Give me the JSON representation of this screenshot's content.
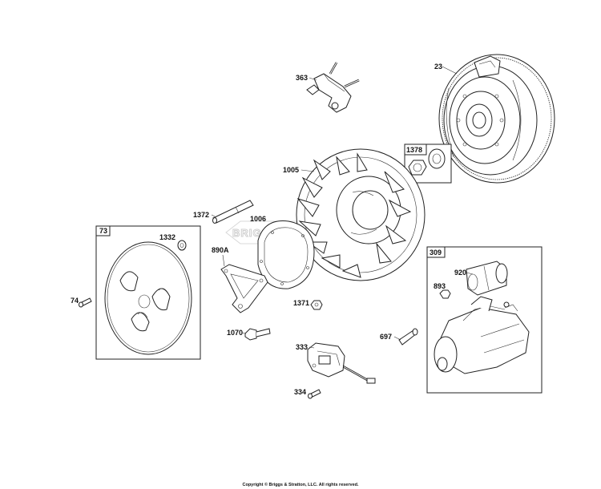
{
  "diagram": {
    "part_labels": {
      "p23": "23",
      "p363": "363",
      "p1378": "1378",
      "p1005": "1005",
      "p1372": "1372",
      "p1006": "1006",
      "p73": "73",
      "p1332": "1332",
      "p890a": "890A",
      "p309": "309",
      "p920": "920",
      "p893": "893",
      "p74": "74",
      "p1371": "1371",
      "p1070": "1070",
      "p697": "697",
      "p333": "333",
      "p334": "334"
    },
    "watermark": "BRIGGS&STRATTON",
    "copyright": "Copyright © Briggs & Stratton, LLC. All rights reserved."
  }
}
